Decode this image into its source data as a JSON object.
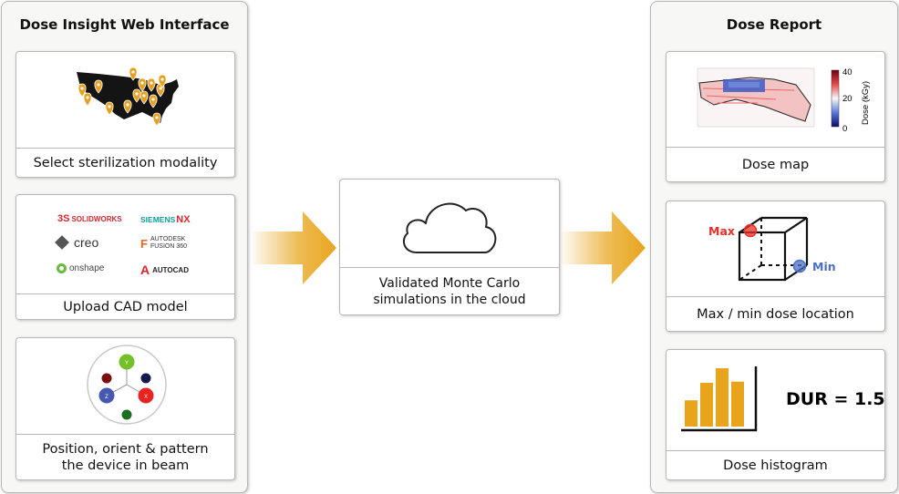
{
  "left_panel": {
    "title": "Dose Insight Web Interface",
    "cards": [
      {
        "label": "Select sterilization modality"
      },
      {
        "label": "Upload CAD model"
      },
      {
        "label_lines": [
          "Position, orient & pattern",
          "the device in beam"
        ]
      }
    ],
    "cad_logos": {
      "solidworks": "SOLIDWORKS",
      "siemens": "SIEMENS",
      "nx": "NX",
      "creo": "creo",
      "autodesk_1": "AUTODESK",
      "autodesk_2": "FUSION 360",
      "onshape": "onshape",
      "autocad": "AUTOCAD"
    },
    "axis_labels": {
      "y": "Y",
      "x": "X",
      "z": "Z"
    }
  },
  "middle": {
    "label_lines": [
      "Validated Monte Carlo",
      "simulations in the cloud"
    ]
  },
  "right_panel": {
    "title": "Dose Report",
    "cards": [
      {
        "label": "Dose map"
      },
      {
        "label": "Max / min dose location"
      },
      {
        "label": "Dose histogram"
      }
    ],
    "dose_map": {
      "colorbar_label": "Dose (kGy)",
      "ticks": [
        "40",
        "20",
        "0"
      ]
    },
    "cube": {
      "max_label": "Max",
      "min_label": "Min"
    },
    "dur": "DUR = 1.5",
    "histogram": [
      0.45,
      0.75,
      1.0,
      0.77
    ]
  },
  "colors": {
    "arrow": "#e8a51c",
    "pin": "#e8a020",
    "max": "#e8302a",
    "min": "#4a6fc4",
    "bar": "#e8a51c"
  }
}
